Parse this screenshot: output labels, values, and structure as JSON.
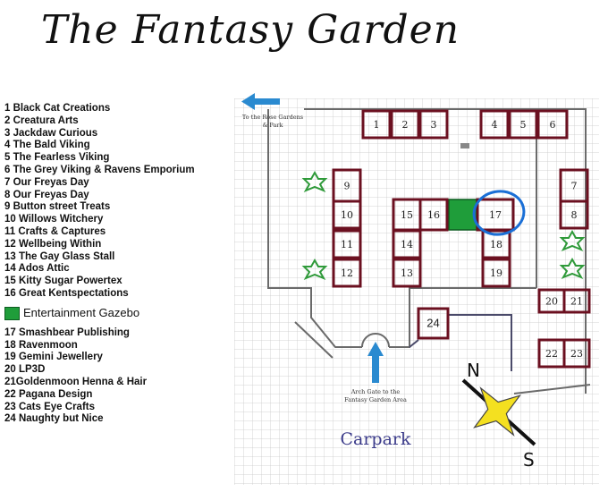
{
  "title": "The Fantasy Garden",
  "legend": {
    "stalls_a": [
      "1 Black Cat Creations",
      "2 Creatura Arts",
      "3 Jackdaw Curious",
      "4 The Bald Viking",
      "5 The Fearless Viking",
      "6 The Grey Viking & Ravens Emporium",
      "7 Our Freyas Day",
      "8 Our Freyas Day",
      "9 Button street Treats",
      "10 Willows Witchery",
      "11 Crafts & Captures",
      "12 Wellbeing Within",
      "13 The Gay Glass Stall",
      "14 Ados Attic",
      "15 Kitty Sugar Powertex",
      "16 Great Kentspectations"
    ],
    "entertainment": "Entertainment Gazebo",
    "stalls_b": [
      "17 Smashbear Publishing",
      "18 Ravenmoon",
      "19 Gemini Jewellery",
      "20 LP3D",
      "21Goldenmoon Henna & Hair",
      "22 Pagana Design",
      "23 Cats Eye Crafts",
      "24 Naughty but Nice"
    ]
  },
  "map": {
    "rose_gardens_label": "To the Rose Gardens & Park",
    "arch_gate_label": "Arch Gate to the Fantasy Garden Area",
    "carpark_label": "Carpark",
    "compass_north": "N",
    "compass_south": "S",
    "stall_numbers": [
      "1",
      "2",
      "3",
      "4",
      "5",
      "6",
      "7",
      "8",
      "9",
      "10",
      "11",
      "12",
      "13",
      "14",
      "15",
      "16",
      "17",
      "18",
      "19",
      "20",
      "21",
      "22",
      "23",
      "24"
    ],
    "highlighted_stall": "17",
    "colors": {
      "stall_border": "#6b1020",
      "gazebo": "#1f9d3a",
      "highlight_circle": "#1a6fd6",
      "arrow": "#2a8ad0",
      "star": "#2f9a3a",
      "compass_star": "#f4e020",
      "carpark_text": "#3b3b8a",
      "path_line": "#4a4a6a"
    }
  }
}
